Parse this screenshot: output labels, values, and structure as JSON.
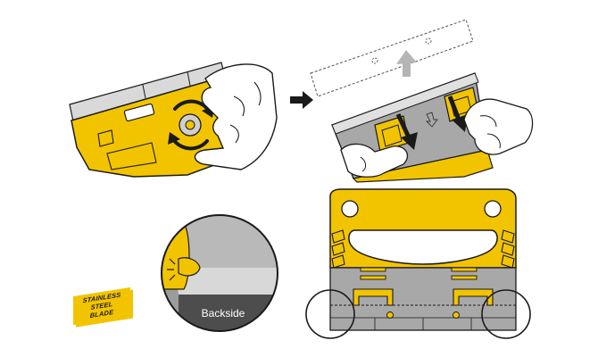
{
  "badge": {
    "line1": "STAINLESS",
    "line2": "STEEL",
    "line3": "BLADE"
  },
  "detail": {
    "caption": "Backside"
  },
  "colors": {
    "accent": "#f2c400",
    "outline": "#1a1a1a",
    "steel": "#a8a8a8",
    "white": "#ffffff"
  },
  "icons": [
    "rotate-arrows-icon",
    "next-step-arrow-icon",
    "lift-up-arrow-icon",
    "press-down-arrow-icon"
  ]
}
